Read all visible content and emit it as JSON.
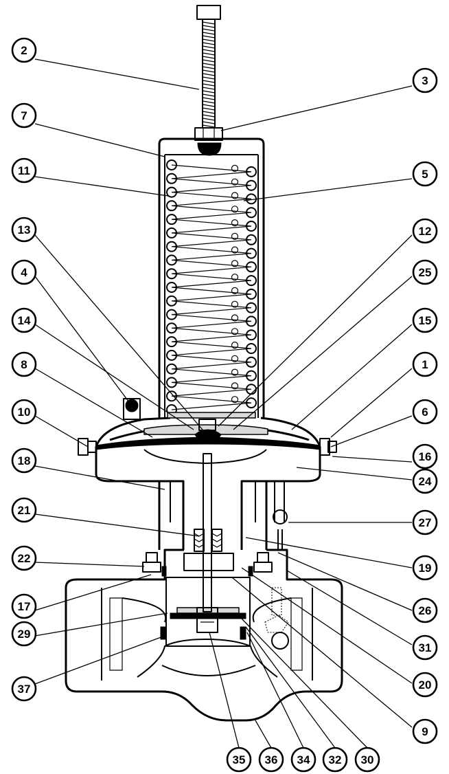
{
  "callouts": [
    {
      "id": "c2",
      "label": "2"
    },
    {
      "id": "c3",
      "label": "3"
    },
    {
      "id": "c7",
      "label": "7"
    },
    {
      "id": "c11",
      "label": "11"
    },
    {
      "id": "c5",
      "label": "5"
    },
    {
      "id": "c13",
      "label": "13"
    },
    {
      "id": "c12",
      "label": "12"
    },
    {
      "id": "c4",
      "label": "4"
    },
    {
      "id": "c25",
      "label": "25"
    },
    {
      "id": "c14",
      "label": "14"
    },
    {
      "id": "c15",
      "label": "15"
    },
    {
      "id": "c8",
      "label": "8"
    },
    {
      "id": "c1",
      "label": "1"
    },
    {
      "id": "c10",
      "label": "10"
    },
    {
      "id": "c6",
      "label": "6"
    },
    {
      "id": "c16",
      "label": "16"
    },
    {
      "id": "c18",
      "label": "18"
    },
    {
      "id": "c24",
      "label": "24"
    },
    {
      "id": "c27",
      "label": "27"
    },
    {
      "id": "c21",
      "label": "21"
    },
    {
      "id": "c19",
      "label": "19"
    },
    {
      "id": "c22",
      "label": "22"
    },
    {
      "id": "c17",
      "label": "17"
    },
    {
      "id": "c26",
      "label": "26"
    },
    {
      "id": "c29",
      "label": "29"
    },
    {
      "id": "c31",
      "label": "31"
    },
    {
      "id": "c20",
      "label": "20"
    },
    {
      "id": "c37",
      "label": "37"
    },
    {
      "id": "c9",
      "label": "9"
    },
    {
      "id": "c35",
      "label": "35"
    },
    {
      "id": "c36",
      "label": "36"
    },
    {
      "id": "c34",
      "label": "34"
    },
    {
      "id": "c32",
      "label": "32"
    },
    {
      "id": "c30",
      "label": "30"
    }
  ]
}
